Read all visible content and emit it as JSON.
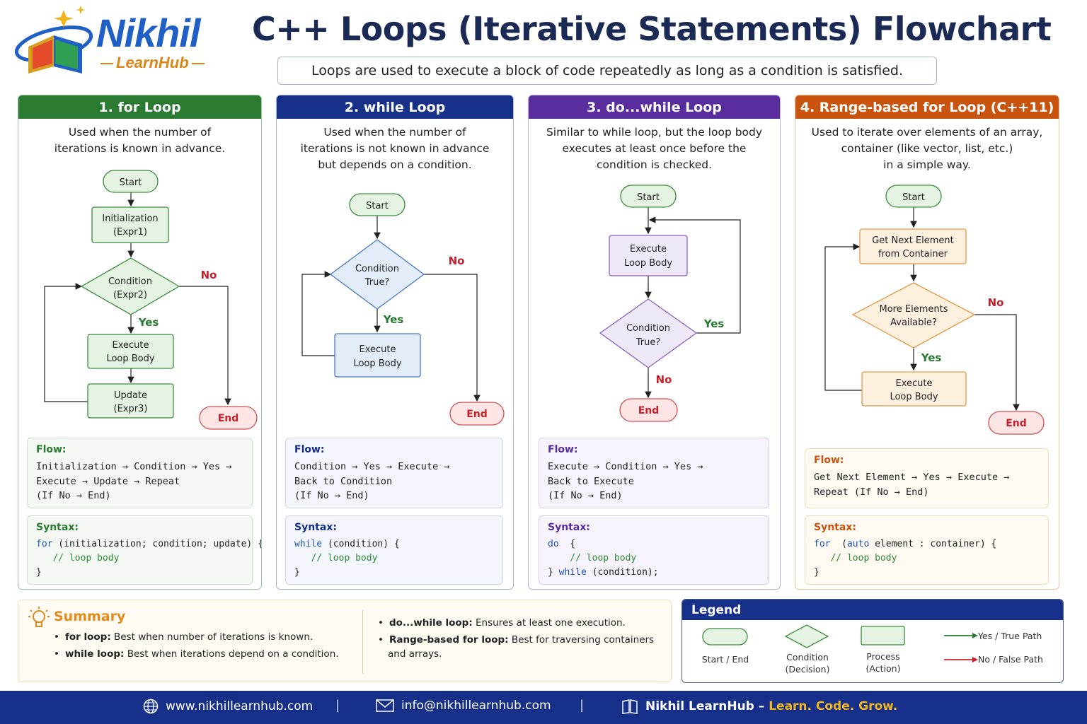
{
  "header": {
    "logo_name": "Nikhil",
    "logo_sub": "LearnHub",
    "title": "C++ Loops (Iterative Statements) Flowchart",
    "subtitle": "Loops are used to execute a block of code repeatedly as long as a condition is satisfied."
  },
  "colors": {
    "for": "#2a7a32",
    "while": "#16308a",
    "dowhile": "#5a2d9e",
    "range": "#c8540f",
    "yes_path": "#2a7a32",
    "no_path": "#c8202a"
  },
  "panels": [
    {
      "title": "1. for Loop",
      "desc": [
        "Used when the number of",
        "iterations is known in advance."
      ],
      "nodes": {
        "start": "Start",
        "init": [
          "Initialization",
          "(Expr1)"
        ],
        "cond": [
          "Condition",
          "(Expr2)"
        ],
        "body": [
          "Execute",
          "Loop Body"
        ],
        "update": [
          "Update",
          "(Expr3)"
        ],
        "end": "End",
        "yes": "Yes",
        "no": "No"
      },
      "flow_label": "Flow:",
      "flow_text": "Initialization → Condition → Yes →\nExecute → Update → Repeat\n(If No → End)",
      "syntax_label": "Syntax:",
      "syntax": {
        "kw": "for",
        "line1": " (initialization; condition; update) {",
        "line2": "   // loop body",
        "line3": "}"
      }
    },
    {
      "title": "2. while Loop",
      "desc": [
        "Used when the number of",
        "iterations is not known in advance",
        "but depends on a condition."
      ],
      "nodes": {
        "start": "Start",
        "cond": [
          "Condition",
          "True?"
        ],
        "body": [
          "Execute",
          "Loop Body"
        ],
        "end": "End",
        "yes": "Yes",
        "no": "No"
      },
      "flow_label": "Flow:",
      "flow_text": "Condition → Yes → Execute →\nBack to Condition\n(If No → End)",
      "syntax_label": "Syntax:",
      "syntax": {
        "kw": "while",
        "line1": " (condition) {",
        "line2": "   // loop body",
        "line3": "}"
      }
    },
    {
      "title": "3. do...while Loop",
      "desc": [
        "Similar to while loop, but the loop body",
        "executes at least once before the",
        "condition is checked."
      ],
      "nodes": {
        "start": "Start",
        "body": [
          "Execute",
          "Loop Body"
        ],
        "cond": [
          "Condition",
          "True?"
        ],
        "end": "End",
        "yes": "Yes",
        "no": "No"
      },
      "flow_label": "Flow:",
      "flow_text": "Execute → Condition → Yes →\nBack to Execute\n(If No → End)",
      "syntax_label": "Syntax:",
      "syntax": {
        "kw": "do",
        "line1": "  {",
        "line2": "    // loop body",
        "line3a": "} ",
        "kw2": "while",
        "line3b": " (condition);"
      }
    },
    {
      "title": "4. Range-based for Loop (C++11)",
      "desc": [
        "Used to iterate over elements of an array,",
        "container (like vector, list, etc.)",
        "in a simple way."
      ],
      "nodes": {
        "start": "Start",
        "next": [
          "Get Next Element",
          "from Container"
        ],
        "cond": [
          "More Elements",
          "Available?"
        ],
        "body": [
          "Execute",
          "Loop Body"
        ],
        "end": "End",
        "yes": "Yes",
        "no": "No"
      },
      "flow_label": "Flow:",
      "flow_text": "Get Next Element → Yes → Execute →\nRepeat (If No → End)",
      "syntax_label": "Syntax:",
      "syntax": {
        "kw": "for",
        "line1a": "  (",
        "kw2": "auto",
        "line1b": " element : container) {",
        "line2": "   // loop body",
        "line3": "}"
      }
    }
  ],
  "summary": {
    "title": "Summary",
    "left": [
      {
        "b": "for loop:",
        "t": " Best when number of iterations is known."
      },
      {
        "b": "while loop:",
        "t": " Best when iterations depend on a condition."
      }
    ],
    "right": [
      {
        "b": "do...while loop:",
        "t": " Ensures at least one execution."
      },
      {
        "b": "Range-based for loop:",
        "t": " Best for traversing containers"
      }
    ],
    "right_cont": "and arrays."
  },
  "legend": {
    "title": "Legend",
    "start_end": "Start / End",
    "condition": [
      "Condition",
      "(Decision)"
    ],
    "process": [
      "Process",
      "(Action)"
    ],
    "yes_path": "Yes / True Path",
    "no_path": "No / False Path"
  },
  "footer": {
    "website": "www.nikhillearnhub.com",
    "email": "info@nikhillearnhub.com",
    "brand": "Nikhil LearnHub",
    "dash": " – ",
    "tagline": "Learn. Code. Grow."
  }
}
